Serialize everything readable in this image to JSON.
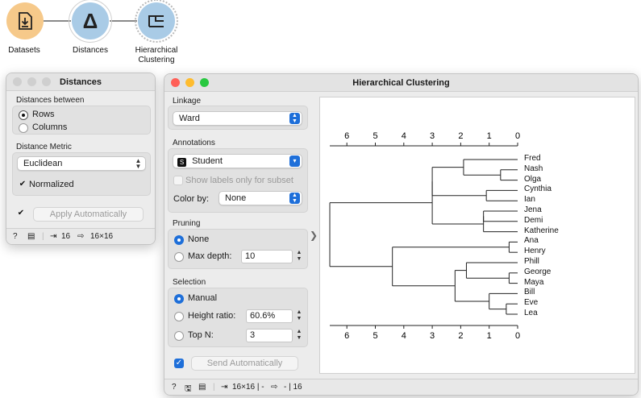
{
  "workflow": {
    "nodes": [
      {
        "label": "Datasets",
        "color": "#f6c98a",
        "icon": "file-import-icon"
      },
      {
        "label": "Distances",
        "color": "#a9cbe6",
        "icon": "delta-icon",
        "glyph": "Δ"
      },
      {
        "label_line1": "Hierarchical",
        "label_line2": "Clustering",
        "color": "#a9cbe6",
        "icon": "dendrogram-icon"
      }
    ]
  },
  "distances": {
    "title": "Distances",
    "between_title": "Distances between",
    "rows_label": "Rows",
    "columns_label": "Columns",
    "metric_title": "Distance Metric",
    "metric_value": "Euclidean",
    "normalized_label": "Normalized",
    "apply_label": "Apply Automatically",
    "status_in": "16",
    "status_out": "16×16"
  },
  "hc": {
    "title": "Hierarchical Clustering",
    "linkage_title": "Linkage",
    "linkage_value": "Ward",
    "annotations_title": "Annotations",
    "annotation_badge": "S",
    "annotation_value": "Student",
    "show_labels_subset": "Show labels only for subset",
    "color_by_label": "Color by:",
    "color_by_value": "None",
    "pruning_title": "Pruning",
    "prune_none": "None",
    "max_depth_label": "Max depth:",
    "max_depth_value": "10",
    "selection_title": "Selection",
    "sel_manual": "Manual",
    "height_ratio_label": "Height ratio:",
    "height_ratio_value": "60.6%",
    "top_n_label": "Top N:",
    "top_n_value": "3",
    "send_label": "Send Automatically",
    "status_in": "16×16 | -",
    "status_out": "- | 16",
    "leaves": [
      "Fred",
      "Nash",
      "Olga",
      "Cynthia",
      "Ian",
      "Jena",
      "Demi",
      "Katherine",
      "Ana",
      "Henry",
      "Phill",
      "George",
      "Maya",
      "Bill",
      "Eve",
      "Lea"
    ],
    "ticks": [
      "6",
      "5",
      "4",
      "3",
      "2",
      "1",
      "0"
    ]
  },
  "colors": {
    "accent": "#1e6fd9",
    "close": "#ff5f57",
    "minimize": "#febc2e",
    "zoom": "#28c840"
  }
}
